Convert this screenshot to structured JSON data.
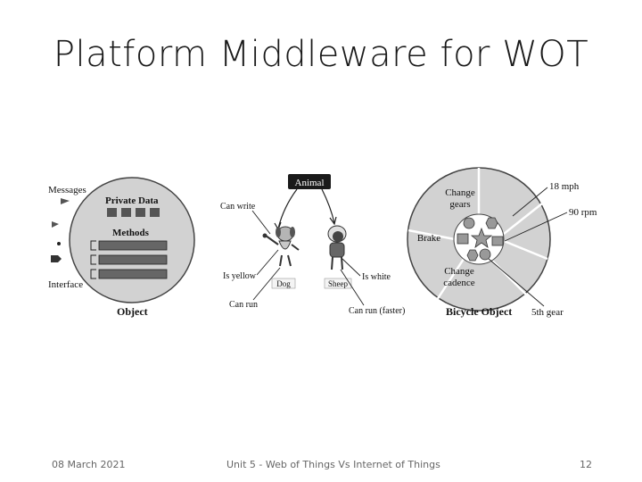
{
  "slide": {
    "title": "Platform Middleware for WOT",
    "footer_date": "08 March 2021",
    "footer_text": "Unit 5 - Web of Things Vs Internet of Things",
    "page_number": "12"
  },
  "object_diagram": {
    "messages_label": "Messages",
    "private_data_label": "Private Data",
    "methods_label": "Methods",
    "interface_label": "Interface",
    "caption": "Object"
  },
  "animal_diagram": {
    "root_label": "Animal",
    "can_write": "Can write",
    "is_yellow": "Is yellow",
    "can_run": "Can run",
    "dog_label": "Dog",
    "sheep_label": "Sheep",
    "is_white": "Is white",
    "can_run_faster": "Can run (faster)"
  },
  "bicycle_diagram": {
    "change_gears": "Change gears",
    "brake": "Brake",
    "change_cadence": "Change cadence",
    "speed": "18 mph",
    "rpm": "90 rpm",
    "gear": "5th gear",
    "caption": "Bicycle Object"
  },
  "colors": {
    "diagram_gray": "#d2d2d2",
    "dark_gray": "#808080",
    "black_box": "#1a1a1a"
  }
}
